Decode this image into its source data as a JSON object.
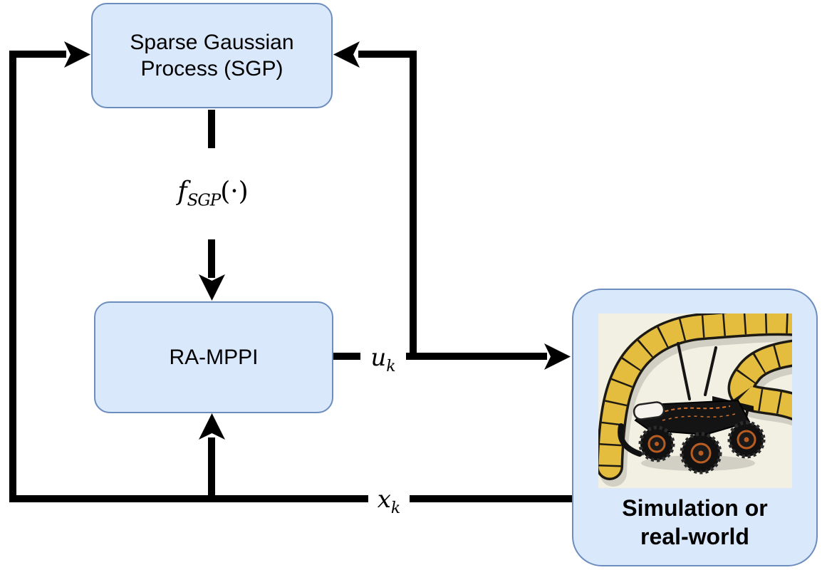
{
  "diagram": {
    "nodes": {
      "sgp": {
        "label_line1": "Sparse Gaussian",
        "label_line2": "Process (SGP)"
      },
      "ramppi": {
        "label": "RA-MPPI"
      },
      "sim": {
        "label_line1": "Simulation or",
        "label_line2": "real-world",
        "illustration": "rc-car-on-winding-track"
      }
    },
    "edge_labels": {
      "f_sgp": {
        "base": "f",
        "sub": "SGP",
        "suffix": "(·)"
      },
      "u_k": {
        "base": "u",
        "sub": "k"
      },
      "x_k": {
        "base": "x",
        "sub": "k"
      }
    },
    "colors": {
      "node_fill": "#dae8fc",
      "node_border": "#6c8ebf",
      "edge": "#000000",
      "text": "#000000",
      "illustration_bg": "#f2efe3",
      "track_yellow": "#e4bd3e",
      "track_outline": "#1d1a14",
      "car_body": "#141414",
      "car_rim_accent": "#b85c22",
      "car_canister": "#f5f3ec"
    }
  }
}
